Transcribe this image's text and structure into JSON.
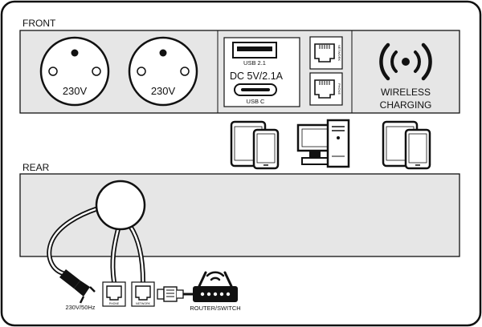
{
  "front": {
    "section_label": "FRONT",
    "socket_left_voltage": "230V",
    "socket_right_voltage": "230V",
    "usb_a_label": "USB 2.1",
    "usb_power_label": "DC 5V/2.1A",
    "usb_c_label": "USB C",
    "rj45_top_label": "NETWORK",
    "rj45_bottom_label": "PHONE",
    "wireless_line1": "WIRELESS",
    "wireless_line2": "CHARGING"
  },
  "rear": {
    "section_label": "REAR",
    "power_label": "230V/50Hz",
    "rear_port_left_label": "PHONE",
    "rear_port_right_label": "NETWORK",
    "router_label": "ROUTER/SWITCH"
  },
  "icons": [
    "phone-tablet-icon",
    "desktop-computer-icon",
    "phone-tablet-icon"
  ],
  "colors": {
    "panel": "#e6e6e6",
    "stroke": "#111111",
    "background": "#ffffff"
  }
}
